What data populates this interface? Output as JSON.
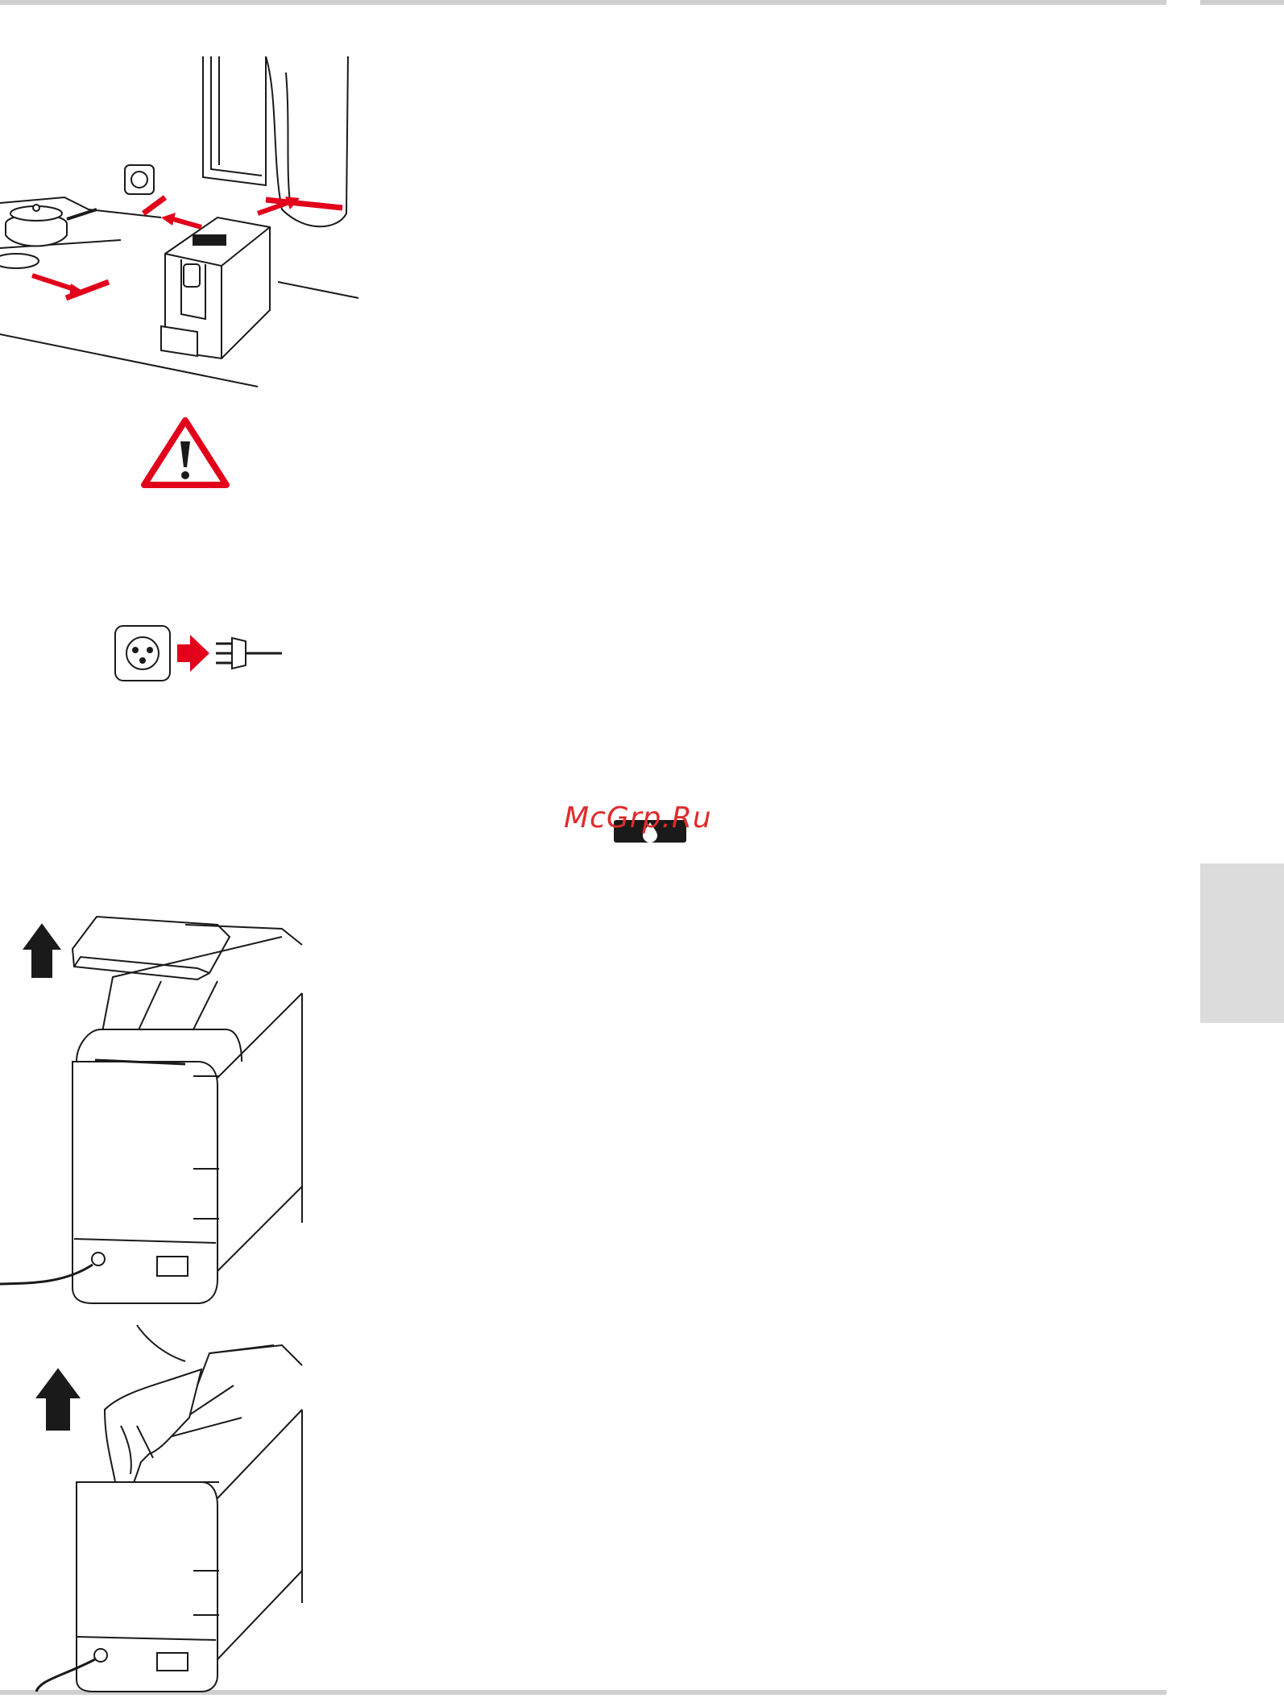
{
  "header": {
    "rule_color": "#cfcfcf"
  },
  "footer": {
    "rule_color": "#cfcfcf"
  },
  "side_tab": {
    "color": "#dcdcdc"
  },
  "accent_color": "#e2001a",
  "warning_icon": {
    "icon": "warning-triangle-icon",
    "color": "#e2001a"
  },
  "plug_icon": {
    "icon": "socket-plug-icon"
  },
  "water_icon": {
    "icon": "water-drop-icon"
  },
  "watermark": {
    "text": "McGrp.Ru",
    "color": "#e02b2b"
  },
  "illustrations": [
    {
      "id": "placement",
      "icon": "coffee-machine-placement-illustration"
    },
    {
      "id": "lid-removal",
      "icon": "water-tank-lid-removal-illustration"
    },
    {
      "id": "tank-removal",
      "icon": "water-tank-removal-illustration"
    }
  ]
}
